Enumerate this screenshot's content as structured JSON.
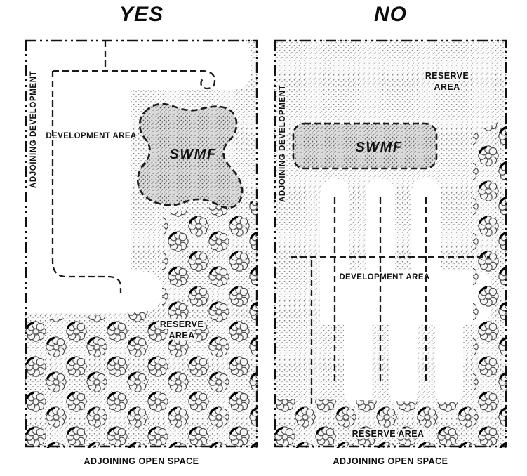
{
  "figure": {
    "kind": "site-plan-comparison-diagram",
    "colors": {
      "line": "#1a1a1a",
      "swmf_fill": "#dcdcdc",
      "reserve_stipple_dot": "#7a7a7a",
      "background": "#ffffff"
    }
  },
  "panels": [
    {
      "id": "yes",
      "title": "YES",
      "adjoining_left": "ADJOINING DEVELOPMENT",
      "adjoining_bottom": "ADJOINING OPEN SPACE",
      "development_area": "DEVELOPMENT AREA",
      "swmf": "SWMF",
      "reserve_line1": "RESERVE",
      "reserve_line2": "AREA"
    },
    {
      "id": "no",
      "title": "NO",
      "adjoining_left": "ADJOINING DEVELOPMENT",
      "adjoining_bottom": "ADJOINING OPEN SPACE",
      "development_area": "DEVELOPMENT AREA",
      "swmf": "SWMF",
      "reserve_top_line1": "RESERVE",
      "reserve_top_line2": "AREA",
      "reserve_bottom": "RESERVE AREA"
    }
  ]
}
